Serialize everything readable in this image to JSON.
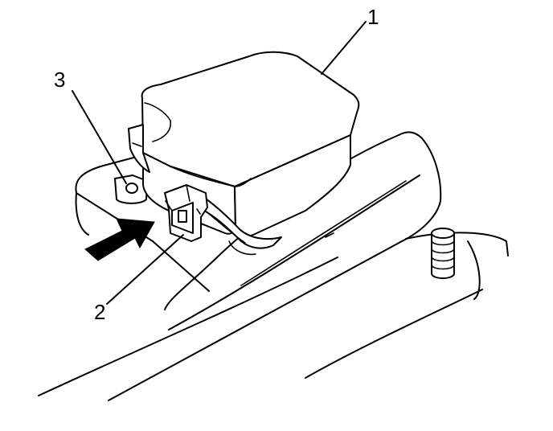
{
  "callouts": [
    {
      "number": "1",
      "part": "component-housing"
    },
    {
      "number": "2",
      "part": "electrical-connector"
    },
    {
      "number": "3",
      "part": "mounting-hole"
    }
  ],
  "arrow": {
    "color": "#000000",
    "icon": "direction-arrow"
  },
  "line_color": "#000000",
  "background": "#ffffff"
}
